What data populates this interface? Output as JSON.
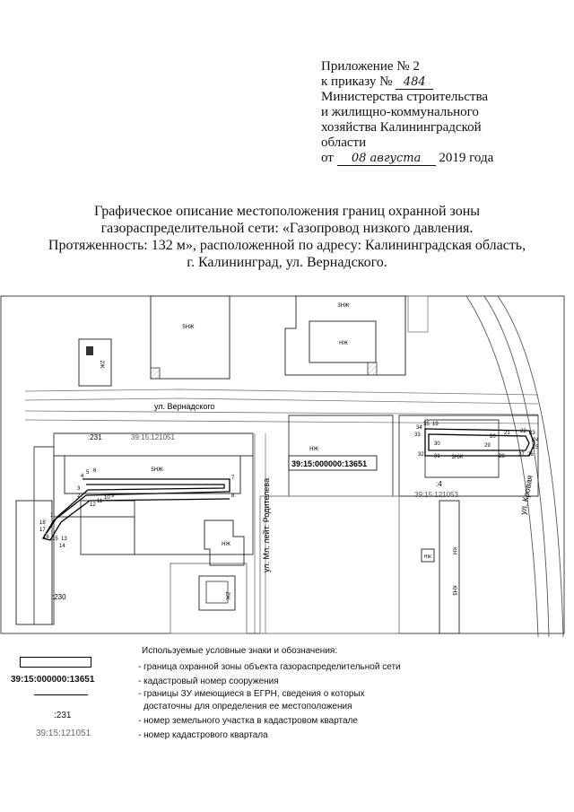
{
  "header": {
    "line1": "Приложение № 2",
    "line2_prefix": "к приказу №",
    "order_number": "484",
    "line3": "Министерства строительства",
    "line4": "и жилищно-коммунального",
    "line5": "хозяйства Калининградской",
    "line6": "области",
    "date_prefix": "от",
    "date_handwritten": "08 августа",
    "date_suffix": "2019 года"
  },
  "title": {
    "line1": "Графическое описание местоположения границ охранной зоны",
    "line2": "газораспределительной сети: «Газопровод низкого давления.",
    "line3": "Протяженность: 132 м», расположенной по адресу: Калининградская область,",
    "line4": "г. Калининград, ул. Вернадского."
  },
  "map": {
    "streets": {
      "vernadskogo": "ул. Вернадского",
      "roditeleva": "ул. Мл. лейт. Родителева",
      "krovaya": "ул. Кровая"
    },
    "cadastral_number": "39:15:000000:13651",
    "quarter_1": "39:15:121051",
    "quarter_2": "39:15:121053",
    "parcel_231": ":231",
    "parcel_230": ":230",
    "parcel_4": ":4",
    "bldg_5nzh": "5НЖ",
    "bldg_3nzh": "3НЖ",
    "bldg_nzh": "НЖ",
    "bldg_2zh": "2Ж",
    "bldg_kn": "КН",
    "bldg_kn3": "КН3",
    "pt_1": "1",
    "pt_2": "2",
    "pt_3": "3",
    "pt_4": "4",
    "pt_5": "5",
    "pt_6": "6",
    "pt_7": "7",
    "pt_8": "8",
    "pt_9": "9",
    "pt_10": "10",
    "pt_11": "11",
    "pt_12": "12",
    "pt_13": "13",
    "pt_14": "14",
    "pt_15": "15",
    "pt_16": "16",
    "pt_17": "17",
    "pt_18": "18",
    "pt_19": "19",
    "pt_20": "20",
    "pt_21": "21",
    "pt_22": "22",
    "pt_23": "23",
    "pt_24": "24",
    "pt_25": "25",
    "pt_26": "26",
    "pt_27": "27",
    "pt_28": "28",
    "pt_29": "29",
    "pt_30": "30",
    "pt_31": "31",
    "pt_32": "32",
    "pt_33": "33",
    "pt_34": "34",
    "pt_35": "35"
  },
  "legend": {
    "title": "Используемые  условные знаки и обозначения:",
    "symbol_cadastral": "39:15:000000:13651",
    "symbol_parcel": ":231",
    "symbol_quarter": "39:15:121051",
    "item1": "- граница охранной зоны объекта газораспределительной сети",
    "item2": "- кадастровый номер сооружения",
    "item3a": "- границы ЗУ имеющиеся в ЕГРН, сведения о которых",
    "item3b": "достаточны для определения ее местоположения",
    "item4": "- номер земельного участка в кадастровом квартале",
    "item5": "- номер кадастрового квартала"
  }
}
